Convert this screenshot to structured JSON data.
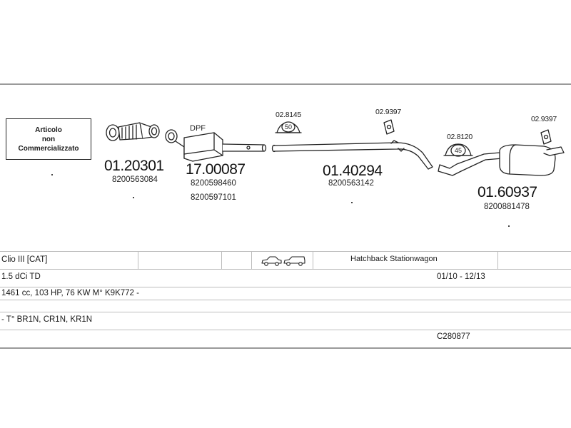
{
  "diagram": {
    "not_available": {
      "line1": "Articolo",
      "line2": "non",
      "line3": "Commercializzato"
    },
    "parts": [
      {
        "code": "01.20301",
        "oe": [
          "8200563084"
        ]
      },
      {
        "code": "17.00087",
        "label": "DPF",
        "oe": [
          "8200598460",
          "8200597101"
        ]
      },
      {
        "code": "01.40294",
        "oe": [
          "8200563142"
        ]
      },
      {
        "code": "01.60937",
        "oe": [
          "8200881478"
        ]
      }
    ],
    "accessories": [
      {
        "code": "02.8145",
        "ring_label": "50"
      },
      {
        "code": "02.9397"
      },
      {
        "code": "02.8120",
        "ring_label": "45"
      },
      {
        "code": "02.9397"
      }
    ],
    "colors": {
      "line": "#222222",
      "fill": "#ffffff",
      "frame": "#9a9a9a",
      "grid": "#bdbdbd"
    }
  },
  "specs": {
    "model": "Clio III  [CAT]",
    "body_types": "Hatchback Stationwagon",
    "body_icons": [
      "hatchback-car-icon",
      "stationwagon-car-icon"
    ],
    "engine": "1.5 dCi TD",
    "period": "01/10 - 12/13",
    "details": "1461 cc, 103 HP, 76 KW  M° K9K772 -",
    "types": "- T° BR1N, CR1N, KR1N",
    "catalog_code": "C280877"
  }
}
